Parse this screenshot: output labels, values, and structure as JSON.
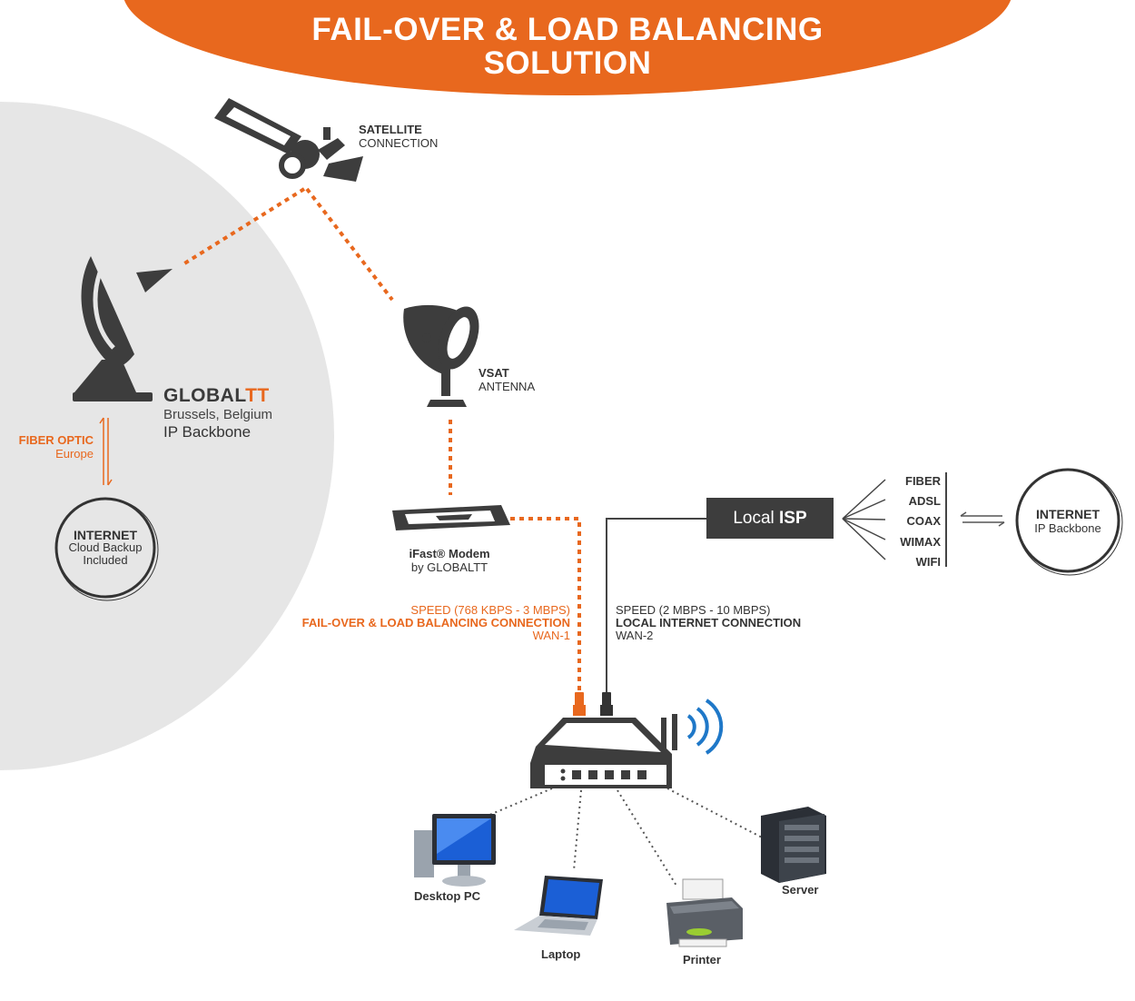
{
  "title": {
    "line1": "FAIL-OVER & LOAD BALANCING",
    "line2": "SOLUTION"
  },
  "satellite": {
    "line1": "SATELLITE",
    "line2": "CONNECTION"
  },
  "globaltt": {
    "brand_a": "GLOBAL",
    "brand_b": "TT",
    "location": "Brussels, Belgium",
    "backbone": "IP Backbone"
  },
  "fiber_optic": {
    "line1": "FIBER OPTIC",
    "line2": "Europe"
  },
  "internet_cloud": {
    "line1": "INTERNET",
    "line2": "Cloud Backup",
    "line3": "Included"
  },
  "vsat": {
    "line1": "VSAT",
    "line2": "ANTENNA"
  },
  "modem": {
    "line1": "iFast® Modem",
    "line2": "by GLOBALTT"
  },
  "isp": {
    "prefix": "Local ",
    "bold": "ISP"
  },
  "technologies": [
    "FIBER",
    "ADSL",
    "COAX",
    "WIMAX",
    "WIFI"
  ],
  "internet_backbone": {
    "line1": "INTERNET",
    "line2": "IP Backbone"
  },
  "wan1": {
    "speed": "SPEED (768 KBPS - 3 MBPS)",
    "name": "FAIL-OVER & LOAD BALANCING CONNECTION",
    "id": "WAN-1"
  },
  "wan2": {
    "speed": "SPEED (2 MBPS - 10 MBPS)",
    "name": "LOCAL INTERNET CONNECTION",
    "id": "WAN-2"
  },
  "devices": {
    "desktop": "Desktop PC",
    "laptop": "Laptop",
    "printer": "Printer",
    "server": "Server"
  },
  "colors": {
    "accent": "#e8681e",
    "dark": "#3d3d3d",
    "circle_bg": "#e6e6e6",
    "wifi": "#1f78c8"
  }
}
